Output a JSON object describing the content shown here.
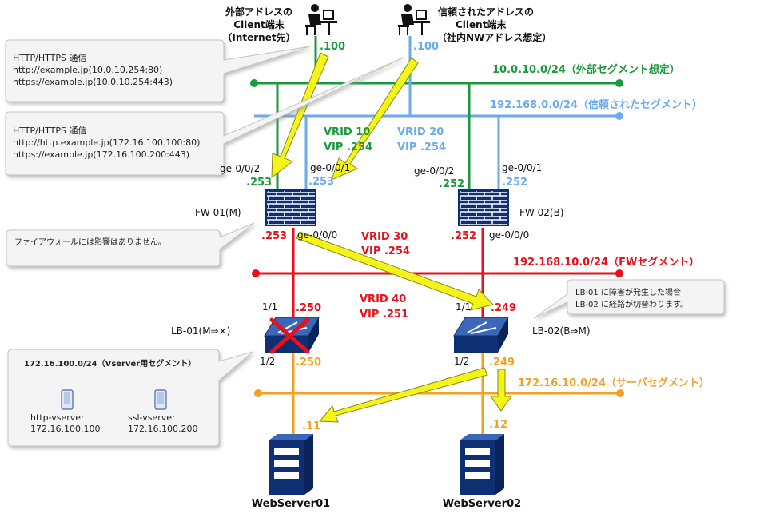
{
  "colors": {
    "external": "#1a9a3c",
    "trusted": "#6aaaee",
    "fw": "#e8101a",
    "server": "#f5a023",
    "device": "#0e2f74",
    "arrow": "#f4f41a",
    "callout_bg": "#f4f4f4",
    "callout_border": "#c4c4c4"
  },
  "clients": {
    "external": {
      "icon": "user-at-computer-icon",
      "line1": "外部アドレスの",
      "line2": "Client端末",
      "line3": "（Internet先）",
      "ip": ".100"
    },
    "trusted": {
      "icon": "user-at-computer-icon",
      "line1": "信頼されたアドレスの",
      "line2": "Client端末",
      "line3": "（社内NWアドレス想定）",
      "ip": ".100"
    }
  },
  "segments": {
    "external": "10.0.10.0/24（外部セグメント想定）",
    "trusted": "192.168.0.0/24（信頼されたセグメント）",
    "fw": "192.168.10.0/24（FWセグメント）",
    "server": "172.16.10.0/24（サーバセグメント）"
  },
  "vrrp": {
    "vrid10": "VRID 10",
    "vip254_ext": "VIP .254",
    "vrid20": "VRID 20",
    "vip254_trusted": "VIP .254",
    "vrid30": "VRID 30",
    "vip254_fw": "VIP .254",
    "vrid40": "VRID 40",
    "vip251": "VIP .251"
  },
  "fw01": {
    "name": "FW-01(M)",
    "port_ext": "ge-0/0/2",
    "port_trusted": "ge-0/0/1",
    "port_inner": "ge-0/0/0",
    "ip_ext": ".253",
    "ip_trusted": ".253",
    "ip_inner": ".253"
  },
  "fw02": {
    "name": "FW-02(B)",
    "port_ext": "ge-0/0/2",
    "port_trusted": "ge-0/0/1",
    "port_inner": "ge-0/0/0",
    "ip_ext": ".252",
    "ip_trusted": ".252",
    "ip_inner": ".252"
  },
  "lb01": {
    "name": "LB-01(M⇒×)",
    "port_up": "1/1",
    "port_down": "1/2",
    "ip_up": ".250",
    "ip_down": ".250"
  },
  "lb02": {
    "name": "LB-02(B⇒M)",
    "port_up": "1/1",
    "port_down": "1/2",
    "ip_up": ".249",
    "ip_down": ".249"
  },
  "servers": {
    "web01": {
      "name": "WebServer01",
      "ip": ".11"
    },
    "web02": {
      "name": "WebServer02",
      "ip": ".12"
    }
  },
  "callouts": {
    "external_http": {
      "title": "HTTP/HTTPS 通信",
      "line1": "http://example.jp(10.0.10.254:80)",
      "line2": "https://example.jp(10.0.10.254:443)"
    },
    "trusted_http": {
      "title": "HTTP/HTTPS 通信",
      "line1": "http://http.example.jp(172.16.100.100:80)",
      "line2": "https://example.jp(172.16.100.200:443)"
    },
    "fw_note": "ファイアウォールには影響はありません。",
    "lb_note_line1": "LB-01 に障害が発生した場合",
    "lb_note_line2": "LB-02 に経路が切替わります。",
    "vserver": {
      "title": "172.16.100.0/24（Vserver用セグメント）",
      "http_name": "http-vserver",
      "http_ip": "172.16.100.100",
      "ssl_name": "ssl-vserver",
      "ssl_ip": "172.16.100.200"
    }
  }
}
